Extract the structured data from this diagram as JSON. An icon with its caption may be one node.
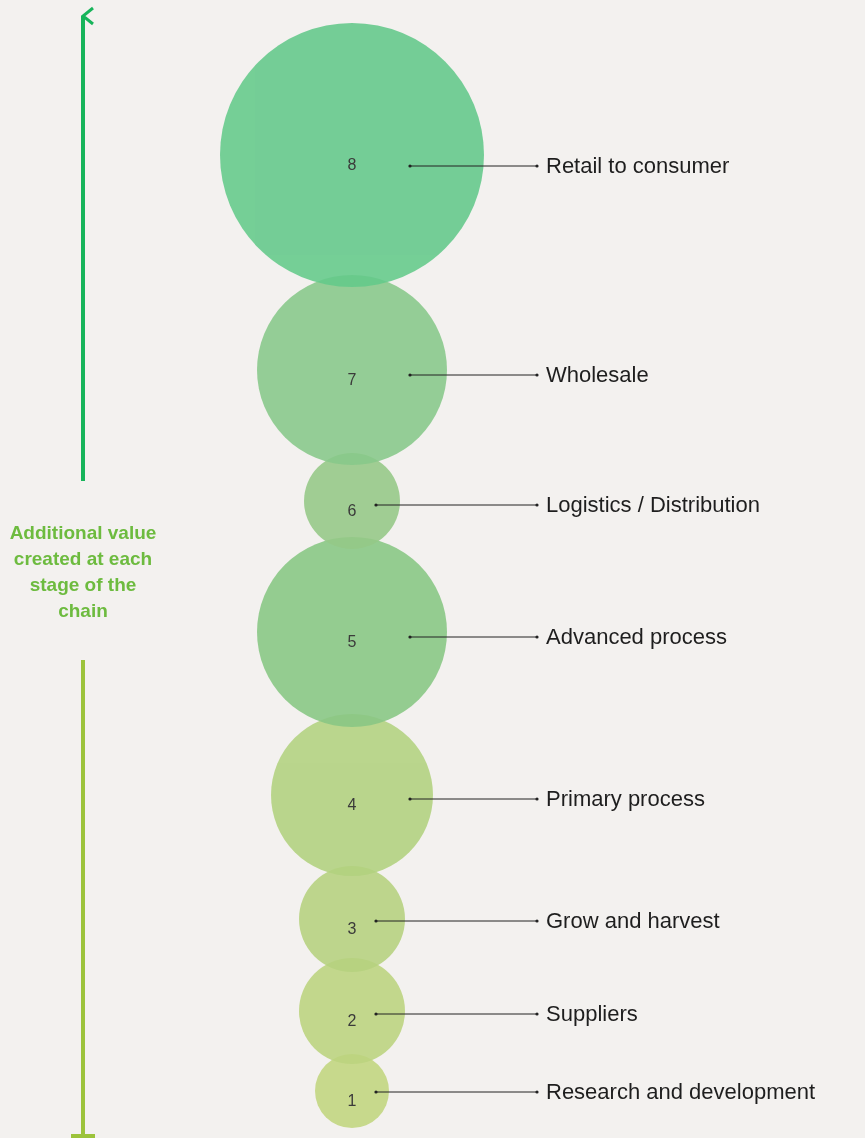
{
  "diagram": {
    "nodes": [
      {
        "text": [
          "8"
        ]
      },
      {
        "text": [
          "Retail to consumer"
        ]
      },
      {
        "text": [
          "7"
        ]
      },
      {
        "text": [
          "Wholesale"
        ]
      },
      {
        "text": [
          "6"
        ]
      },
      {
        "text": [
          "Logistics / Distribution"
        ]
      },
      {
        "text": [
          "5"
        ]
      },
      {
        "text": [
          "Advanced process"
        ]
      },
      {
        "text": [
          "4"
        ]
      },
      {
        "text": [
          "Primary process"
        ]
      },
      {
        "text": [
          "3"
        ]
      },
      {
        "text": [
          "Grow and harvest"
        ]
      },
      {
        "text": [
          "2"
        ]
      },
      {
        "text": [
          "Suppliers"
        ]
      },
      {
        "text": [
          "1"
        ]
      },
      {
        "text": [
          "Research and development"
        ]
      }
    ],
    "edges": [
      {
        "from": 1,
        "to": 0,
        "arrow": "other"
      },
      {
        "from": 3,
        "to": 2,
        "arrow": "other"
      },
      {
        "from": 5,
        "to": 4,
        "arrow": "other"
      },
      {
        "from": 7,
        "to": 6,
        "arrow": "other"
      },
      {
        "from": 9,
        "to": 8,
        "arrow": "other"
      },
      {
        "from": 11,
        "to": 10,
        "arrow": "other"
      },
      {
        "from": 13,
        "to": 12,
        "arrow": "other"
      },
      {
        "from": 15,
        "to": 14,
        "arrow": "other"
      }
    ],
    "labels": [
      "Additional value created at each stage of the chain"
    ]
  }
}
